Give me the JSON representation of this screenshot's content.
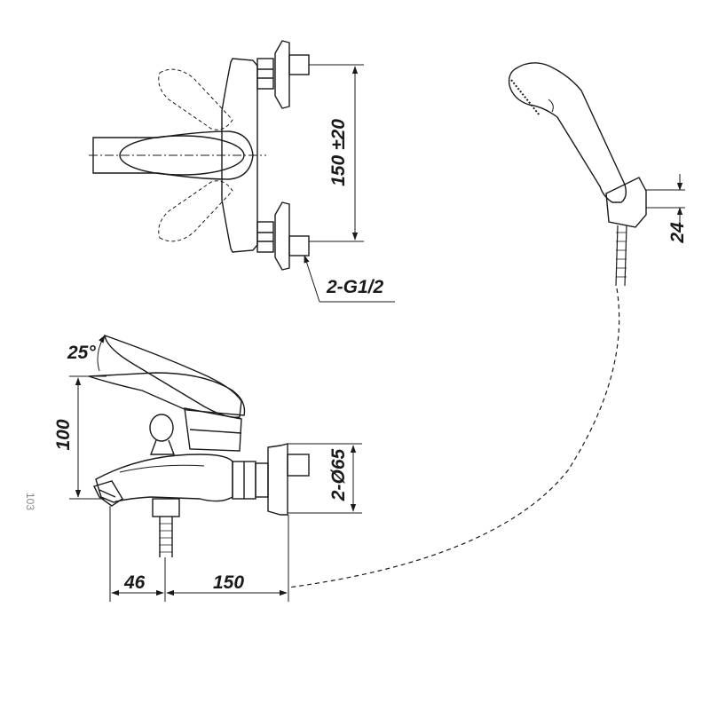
{
  "title": "",
  "colors": {
    "ink": "#1a1a1a",
    "stray_mark": "#888888",
    "background": "#ffffff"
  },
  "labels": {
    "height_top_view": "150 ±20",
    "thread": "2-G1/2",
    "holder_offset": "24",
    "lever_angle": "25°",
    "height_front_view": "100",
    "flange_diameter": "2-Ø65",
    "spout_offset": "46",
    "spout_length": "150",
    "stray_mark": "103"
  }
}
